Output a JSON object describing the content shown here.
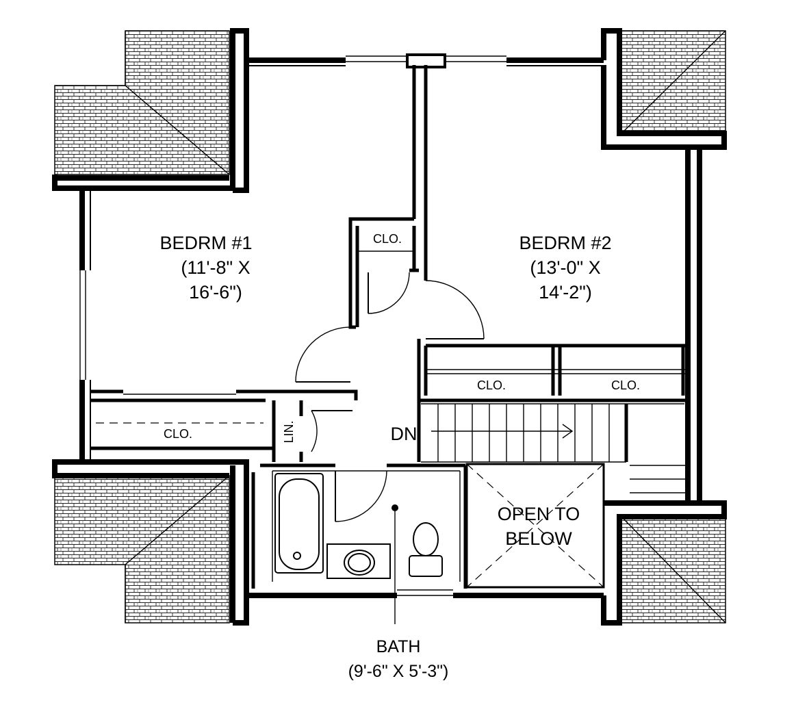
{
  "rooms": {
    "bedroom1": {
      "name": "BEDRM #1",
      "dim_line1": "(11'-8\" X",
      "dim_line2": "16'-6\")"
    },
    "bedroom2": {
      "name": "BEDRM #2",
      "dim_line1": "(13'-0\" X",
      "dim_line2": "14'-2\")"
    },
    "bath": {
      "name": "BATH",
      "dims": "(9'-6\" X 5'-3\")"
    },
    "open_to_below": {
      "line1": "OPEN TO",
      "line2": "BELOW"
    }
  },
  "closets": {
    "top_center": "CLO.",
    "bedroom1_closet": "CLO.",
    "bedroom2_left": "CLO.",
    "bedroom2_right": "CLO.",
    "linen": "LIN."
  },
  "stairs": {
    "direction_label": "DN"
  }
}
